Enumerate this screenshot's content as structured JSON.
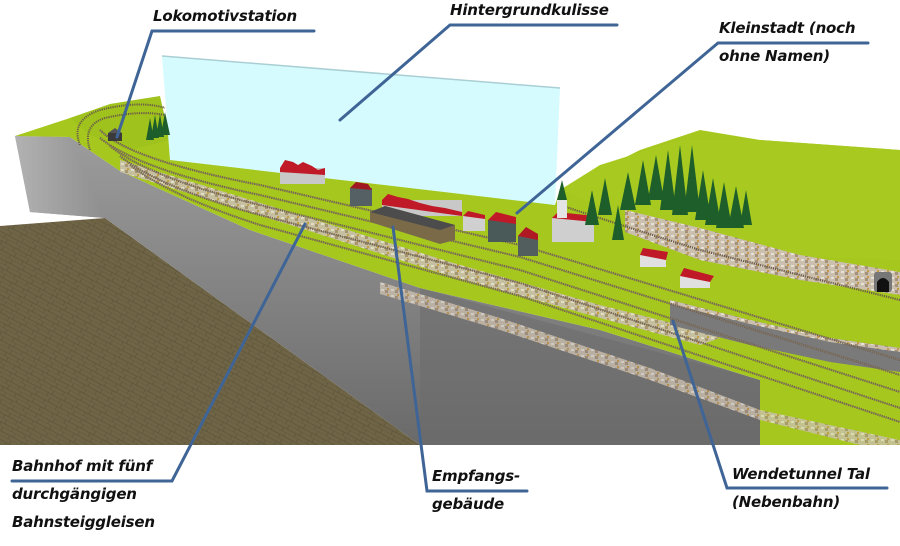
{
  "image": {
    "description": "3D model railway layout rendering with annotation callouts",
    "colors": {
      "callout_line": "#3F6496",
      "grass": "#A6C81E",
      "grass_dark": "#8FB019",
      "side_wall_light": "#A8A8A8",
      "side_wall_dark": "#5E5E5E",
      "floor": "#6E6445",
      "backdrop": "#D6FBFF",
      "roof": "#C01A28",
      "tree": "#1D5E2A",
      "track": "#6B5A48",
      "rock": "#C9BBA8"
    }
  },
  "annotations": [
    {
      "id": "lokomotivstation",
      "lines": [
        "Lokomotivstation"
      ]
    },
    {
      "id": "hintergrundkulisse",
      "lines": [
        "Hintergrundkulisse"
      ]
    },
    {
      "id": "kleinstadt",
      "lines": [
        "Kleinstadt (noch",
        "ohne Namen)"
      ]
    },
    {
      "id": "bahnhof",
      "lines": [
        "Bahnhof mit fünf",
        "durchgängigen",
        "Bahnsteiggleisen"
      ]
    },
    {
      "id": "empfangsgebaeude",
      "lines": [
        "Empfangs-",
        "gebäude"
      ]
    },
    {
      "id": "wendetunnel",
      "lines": [
        "Wendetunnel Tal",
        "(Nebenbahn)"
      ]
    }
  ],
  "scene_objects": {
    "buildings_town": 9,
    "station_building": 1,
    "church": 1,
    "houses_right": 2,
    "loco_shed": 1,
    "tracks_station": 5
  }
}
